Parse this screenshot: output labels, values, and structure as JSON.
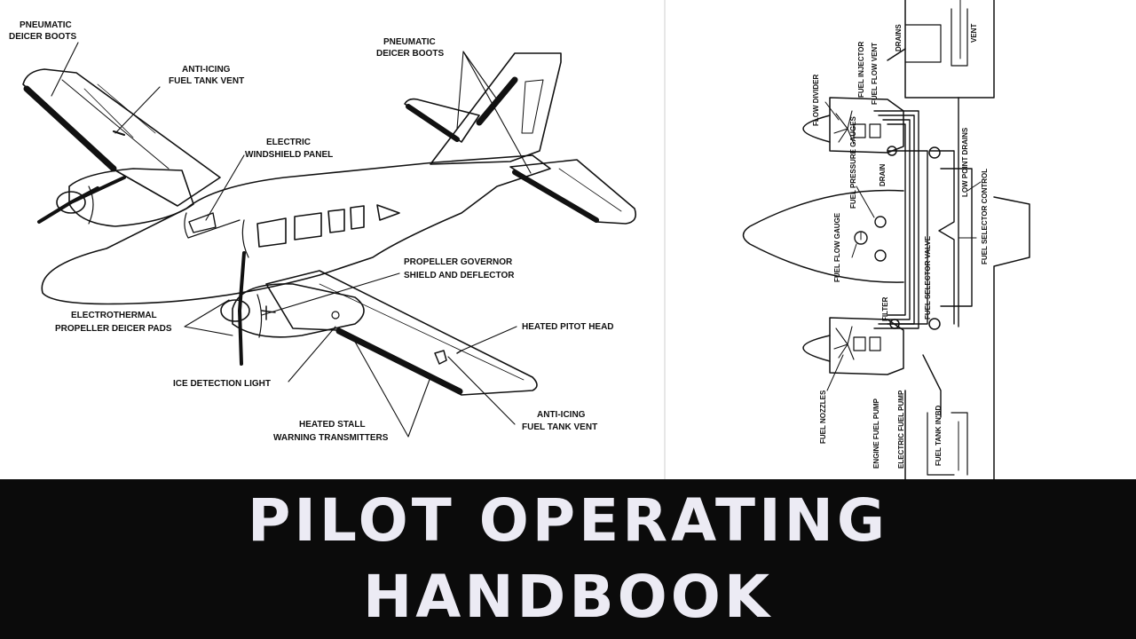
{
  "banner": {
    "line1": "PILOT OPERATING",
    "line2": "HANDBOOK"
  },
  "aircraft_diagram": {
    "labels": {
      "pneumatic_left_1": "PNEUMATIC",
      "pneumatic_left_2": "DEICER BOOTS",
      "antiicing_vent_top_1": "ANTI-ICING",
      "antiicing_vent_top_2": "FUEL TANK VENT",
      "pneumatic_tail_1": "PNEUMATIC",
      "pneumatic_tail_2": "DEICER BOOTS",
      "windshield_1": "ELECTRIC",
      "windshield_2": "WINDSHIELD PANEL",
      "prop_gov_1": "PROPELLER GOVERNOR",
      "prop_gov_2": "SHIELD AND DEFLECTOR",
      "electrothermal_1": "ELECTROTHERMAL",
      "electrothermal_2": "PROPELLER DEICER PADS",
      "pitot": "HEATED PITOT HEAD",
      "ice_light": "ICE DETECTION LIGHT",
      "stall_1": "HEATED STALL",
      "stall_2": "WARNING TRANSMITTERS",
      "antiicing_vent_bottom_1": "ANTI-ICING",
      "antiicing_vent_bottom_2": "FUEL TANK VENT"
    }
  },
  "fuel_diagram": {
    "labels": {
      "flow_divider": "FLOW DIVIDER",
      "fuel_injector": "FUEL INJECTOR",
      "fuel_flow_vent": "FUEL FLOW VENT",
      "drains": "DRAINS",
      "vent": "VENT",
      "fuel_pressure_gauges": "FUEL PRESSURE GAUGES",
      "drain": "DRAIN",
      "low_point_drains": "LOW POINT DRAINS",
      "fuel_flow_gauge": "FUEL FLOW GAUGE",
      "fuel_selector_valve": "FUEL SELECTOR VALVE",
      "fuel_selector_control": "FUEL SELECTOR CONTROL",
      "filter": "FILTER",
      "fuel_nozzles": "FUEL NOZZLES",
      "engine_fuel_pump": "ENGINE FUEL PUMP",
      "electric_fuel_pump": "ELECTRIC FUEL PUMP",
      "fuel_tank": "FUEL TANK IN'BD"
    }
  }
}
